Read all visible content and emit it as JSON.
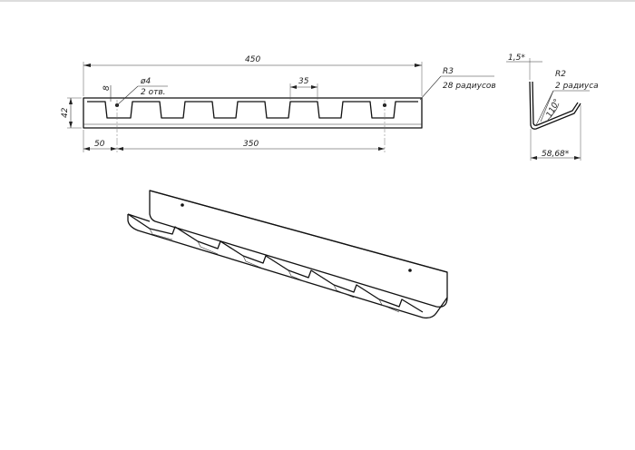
{
  "drawing": {
    "front_view": {
      "overall_length": "450",
      "height": "42",
      "edge_offset": "8",
      "hole_diameter": "ø4",
      "hole_count": "2 отв.",
      "slot_pitch": "35",
      "radius": "R3",
      "radius_count": "28 радиусов",
      "left_offset": "50",
      "hole_spacing": "350"
    },
    "section_view": {
      "angle_top": "1,5*",
      "radius": "R2",
      "radius_count": "2 радиуса",
      "bend_angle": "110°",
      "width": "58,68*"
    }
  }
}
